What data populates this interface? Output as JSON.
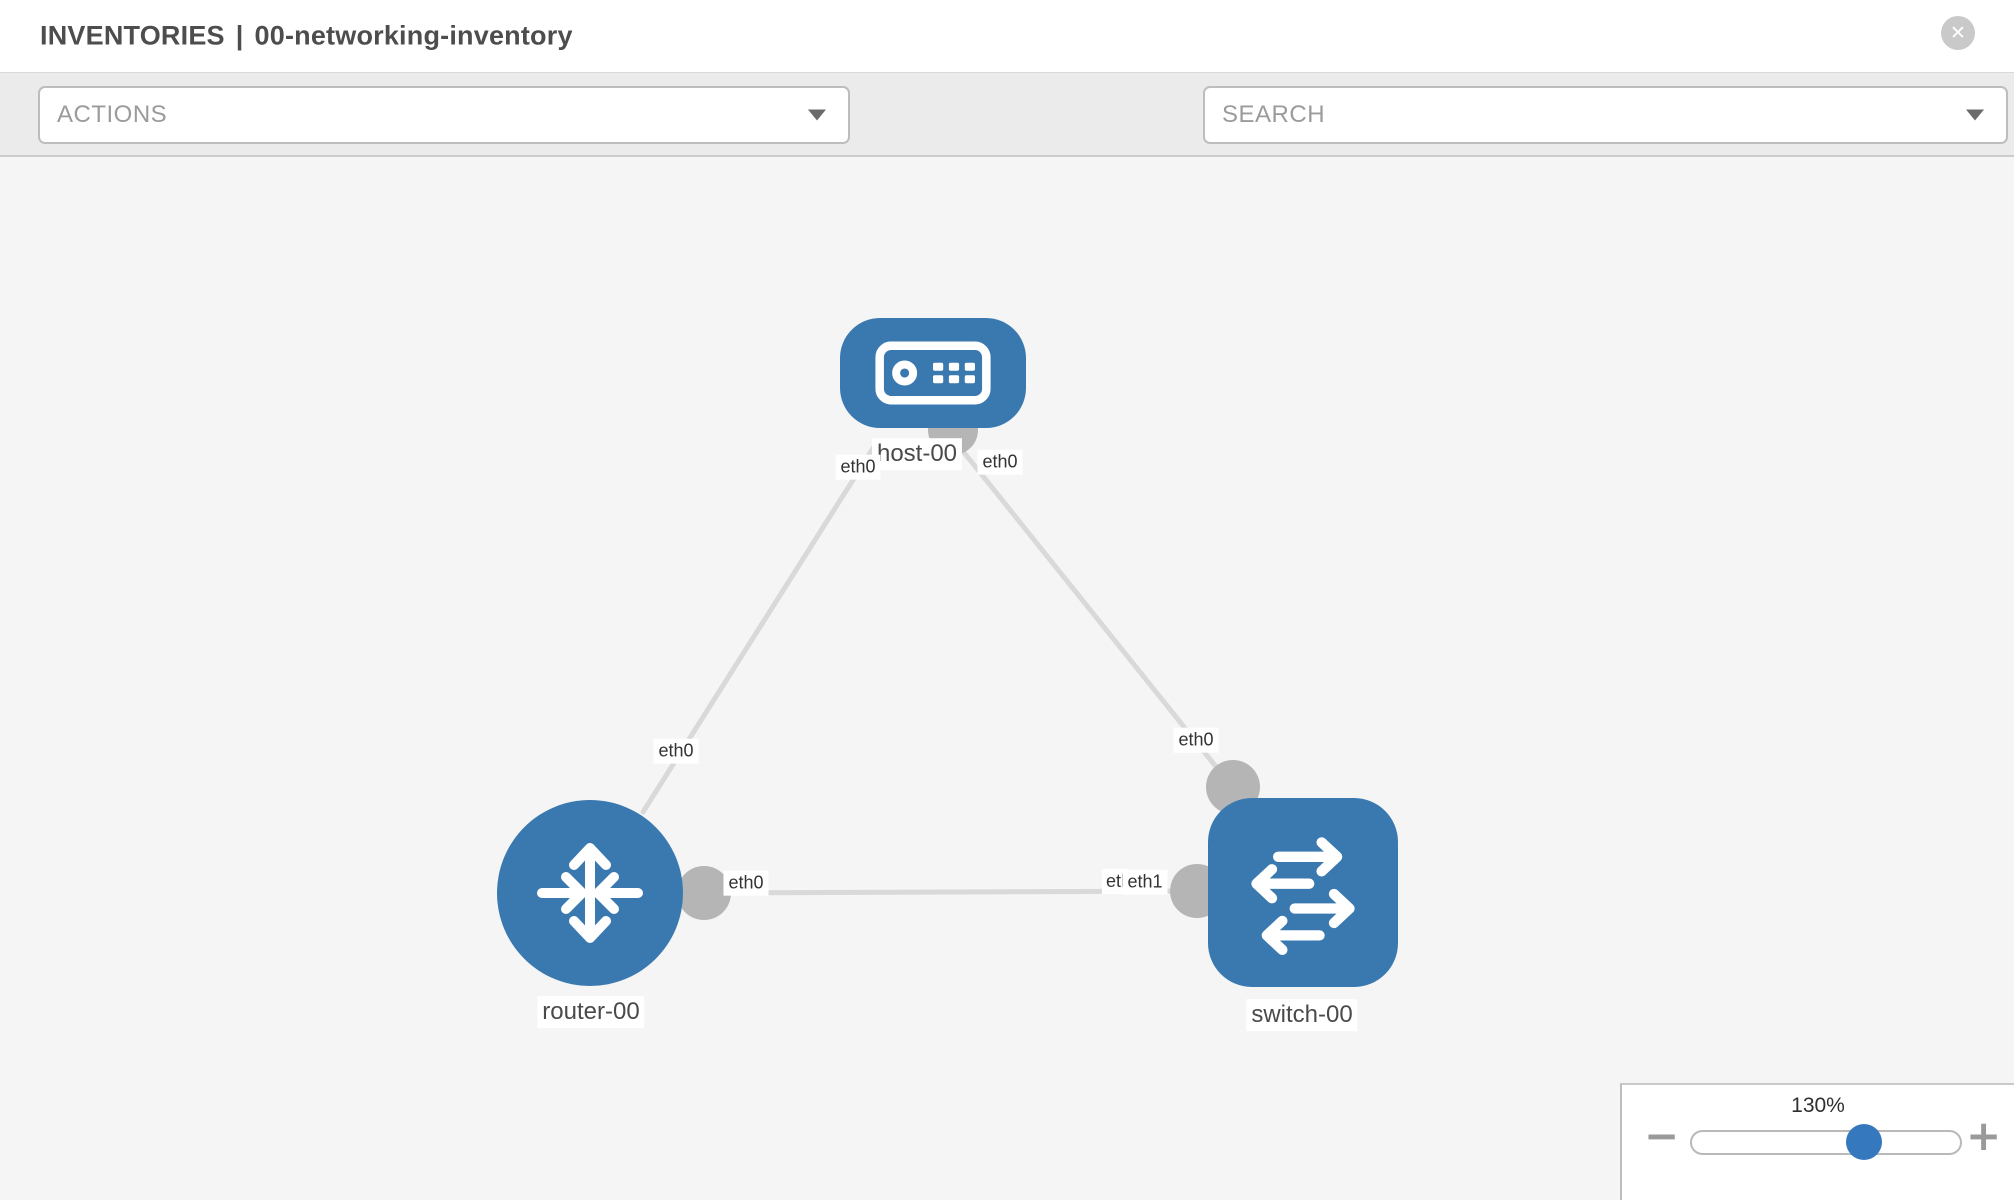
{
  "header": {
    "section": "INVENTORIES",
    "separator": "|",
    "inventory_name": "00-networking-inventory",
    "close_label": "✕"
  },
  "toolbar": {
    "actions_label": "ACTIONS",
    "search_placeholder": "SEARCH",
    "icons": [
      "wrench-icon",
      "key-icon"
    ]
  },
  "topology": {
    "nodes": [
      {
        "id": "host-00",
        "type": "host",
        "label": "host-00"
      },
      {
        "id": "router-00",
        "type": "router",
        "label": "router-00"
      },
      {
        "id": "switch-00",
        "type": "switch",
        "label": "switch-00"
      }
    ],
    "links": [
      {
        "from": "host-00",
        "to": "router-00",
        "from_interface": "eth0",
        "to_interface": "eth0"
      },
      {
        "from": "host-00",
        "to": "switch-00",
        "from_interface": "eth0",
        "to_interface": "eth0"
      },
      {
        "from": "router-00",
        "to": "switch-00",
        "from_interface": "eth0",
        "to_interface": "eth1"
      }
    ],
    "interface_chips": [
      {
        "label": "eth0"
      },
      {
        "label": "eth0"
      },
      {
        "label": "eth0"
      },
      {
        "label": "eth0"
      },
      {
        "label": "eth0"
      },
      {
        "label": "eth0"
      },
      {
        "label": "eth1"
      }
    ]
  },
  "zoom_control": {
    "level": "130%",
    "minus_label": "−",
    "plus_label": "+"
  },
  "colors": {
    "node_blue": "#3a79af",
    "slider_thumb_blue": "#3578bd",
    "link_gray": "#d9d9d9",
    "connector_gray": "#b5b5b5",
    "canvas_bg": "#f5f5f5",
    "toolbar_bg": "#ebebeb",
    "title_text": "#4d4d4d"
  }
}
